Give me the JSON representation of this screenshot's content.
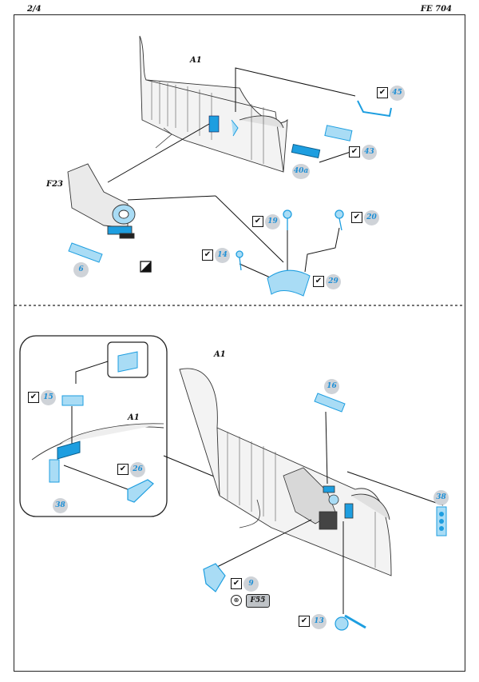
{
  "header": {
    "page": "2/4",
    "code": "FE 704"
  },
  "top_section": {
    "labels": {
      "a1": "A1",
      "f23": "F23"
    },
    "callouts": [
      {
        "id": "45",
        "checked": true
      },
      {
        "id": "43",
        "checked": true
      },
      {
        "id": "40a",
        "checked": false
      },
      {
        "id": "19",
        "checked": true
      },
      {
        "id": "20",
        "checked": true
      },
      {
        "id": "14",
        "checked": true
      },
      {
        "id": "29",
        "checked": true
      },
      {
        "id": "6",
        "checked": false
      }
    ]
  },
  "bottom_section": {
    "labels": {
      "a1_main": "A1",
      "a1_inset": "A1"
    },
    "inset_callouts": [
      {
        "id": "15",
        "checked": true
      },
      {
        "id": "26",
        "checked": true
      },
      {
        "id": "38",
        "checked": false
      }
    ],
    "callouts": [
      {
        "id": "16",
        "checked": false
      },
      {
        "id": "38",
        "checked": false
      },
      {
        "id": "9",
        "checked": true
      },
      {
        "id": "13",
        "checked": true
      }
    ],
    "badge": "F55"
  },
  "colors": {
    "part_blue": "#1d9ee0",
    "part_light": "#a9dcf5",
    "number_circle": "#cfd3d8",
    "ink": "#222222"
  },
  "checkmark": "✔"
}
